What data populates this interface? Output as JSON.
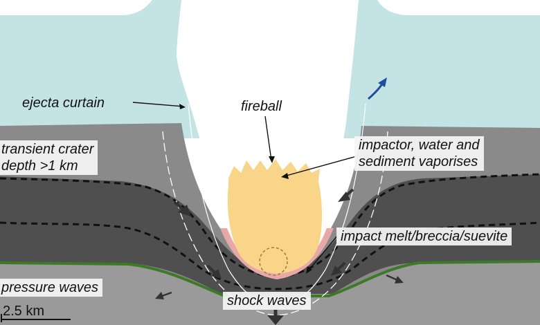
{
  "labels": {
    "ejecta_curtain": "ejecta curtain",
    "fireball": "fireball",
    "transient_crater_line1": "transient crater",
    "transient_crater_line2": "depth >1 km",
    "impactor_line1": "impactor, water and",
    "impactor_line2": "sediment vaporises",
    "impact_melt": "impact melt/breccia/suevite",
    "pressure_waves": "pressure waves",
    "shock_waves": "shock waves",
    "scale_bar": "2.5 km"
  },
  "colors": {
    "sky": "#c3e3e5",
    "fireball_white": "#ffffff",
    "fireball_core": "#f9d58a",
    "melt_pink": "#e9a8a8",
    "sediment_upper": "#8a8a8a",
    "sediment_dark": "#4f4f4f",
    "basement": "#9a9a9a",
    "green_horizon": "#3d7a28",
    "ejecta_arrow": "#1f4f9c"
  }
}
